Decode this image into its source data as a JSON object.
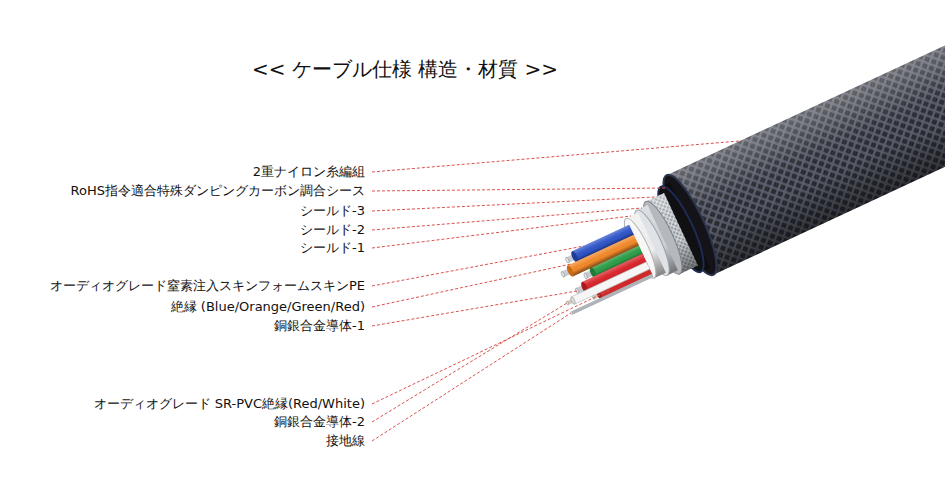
{
  "diagram": {
    "title": "<< ケーブル仕様 構造・材質 >>",
    "labels": [
      "2重ナイロン糸編組",
      "RoHS指令適合特殊ダンピングカーボン調合シース",
      "シールド-3",
      "シールド-2",
      "シールド-1",
      "オーディオグレード窒素注入スキンフォームスキンPE",
      "絶縁 (Blue/Orange/Green/Red)",
      "銅銀合金導体-1",
      "オーディオグレード SR-PVC絶縁(Red/White)",
      "銅銀合金導体-2",
      "接地線"
    ]
  }
}
